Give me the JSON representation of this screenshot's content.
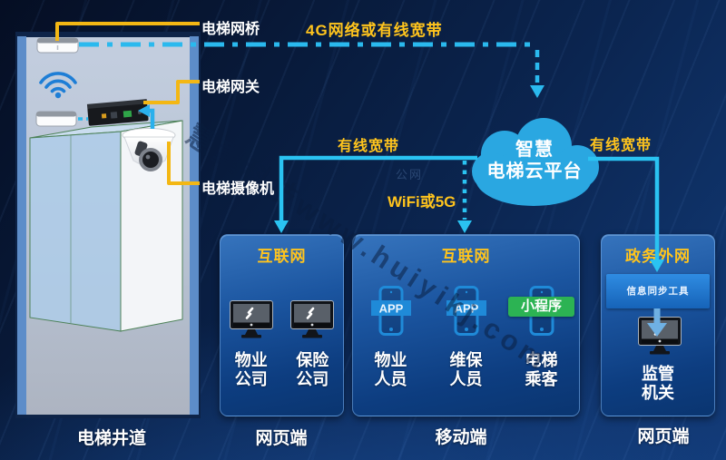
{
  "colors": {
    "cyan_line": "#2ab9ee",
    "yellow_line": "#f3b714",
    "label_yellow": "#ffc41d",
    "cloud_blue": "#2aa7e1",
    "badge_green": "#2cb353",
    "panel_blue_top": "#3674bd",
    "panel_blue_bottom": "#0a3570"
  },
  "watermarks": {
    "diagonal": "慧翼科技www.huiyikj.com",
    "public_net": "公网"
  },
  "shaft": {
    "caption": "电梯井道",
    "bridge_label": "电梯网桥",
    "gateway_label": "电梯网关",
    "camera_label": "电梯摄像机"
  },
  "connections": {
    "top_link": "4G网络或有线宽带",
    "left_link": "有线宽带",
    "wifi_link": "WiFi或5G",
    "right_link": "有线宽带"
  },
  "cloud": {
    "line1": "智慧",
    "line2": "电梯云平台"
  },
  "panels": [
    {
      "title": "互联网",
      "caption": "网页端",
      "items": [
        {
          "line1": "物业",
          "line2": "公司"
        },
        {
          "line1": "保险",
          "line2": "公司"
        }
      ]
    },
    {
      "title": "互联网",
      "caption": "移动端",
      "badge": "小程序",
      "app_label": "APP",
      "items": [
        {
          "line1": "物业",
          "line2": "人员"
        },
        {
          "line1": "维保",
          "line2": "人员"
        },
        {
          "line1": "电梯",
          "line2": "乘客"
        }
      ]
    },
    {
      "title": "政务外网",
      "caption": "网页端",
      "tool": "信息同步工具",
      "items": [
        {
          "line1": "监管",
          "line2": "机关"
        }
      ]
    }
  ]
}
